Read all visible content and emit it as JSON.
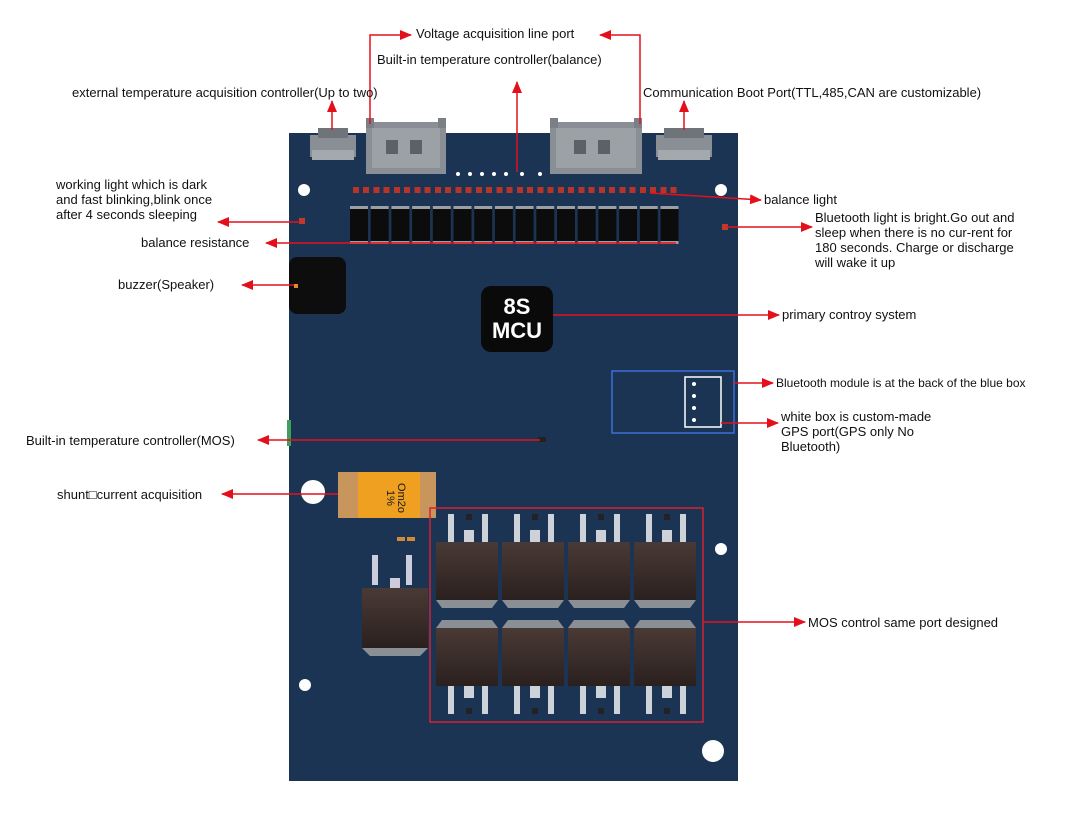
{
  "colors": {
    "board": "#1c3454",
    "arrow": "#e3101c",
    "box": "#d62230",
    "bt_box": "#3b6fd6",
    "mosfet": "#3b2e2b",
    "connector": "#8a8f95",
    "shunt": "#c8955c",
    "shunt_label": "#f0a020"
  },
  "labels": {
    "voltage_port": "Voltage acquisition line port",
    "builtin_temp_balance": "Built-in temperature controller(balance)",
    "external_temp": "external temperature acquisition controller(Up to two)",
    "comm_boot": "Communication Boot Port(TTL,485,CAN are customizable)",
    "working_light": "working light which is dark and fast blinking,blink once after 4 seconds sleeping",
    "balance_light": "balance light",
    "balance_resistance": "balance resistance",
    "bluetooth_light": "Bluetooth light is bright.Go out and sleep when there is no cur-rent for 180 seconds. Charge or discharge will wake it up",
    "buzzer": "buzzer(Speaker)",
    "primary_control": "primary controy system",
    "bt_module": "Bluetooth module is at the back of the blue box",
    "gps_port": "white box is custom-made GPS port(GPS only No Bluetooth)",
    "builtin_temp_mos": "Built-in temperature controller(MOS)",
    "shunt": "shunt□current acquisition",
    "mos_control": "MOS control same port designed"
  },
  "chip": {
    "line1": "8S",
    "line2": "MCU"
  },
  "shunt_marking": "Om2o 1%",
  "icons": [
    "arrow-icon"
  ]
}
